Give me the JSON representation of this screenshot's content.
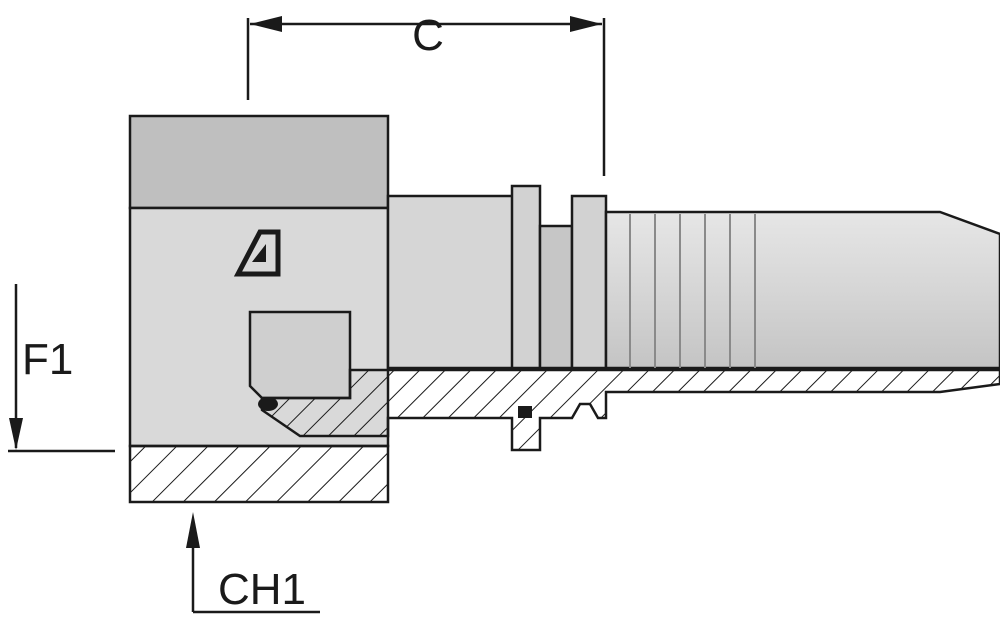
{
  "dimensions": {
    "c_label": "C",
    "f1_label": "F1",
    "ch1_label": "CH1"
  },
  "colors": {
    "outline": "#1a1a1a",
    "steel_light": "#d8d8d8",
    "steel_mid": "#c8c8c8",
    "steel_top": "#bdbdbd",
    "hatch": "#1a1a1a"
  },
  "logo": {
    "name": "manufacturer-logo"
  }
}
